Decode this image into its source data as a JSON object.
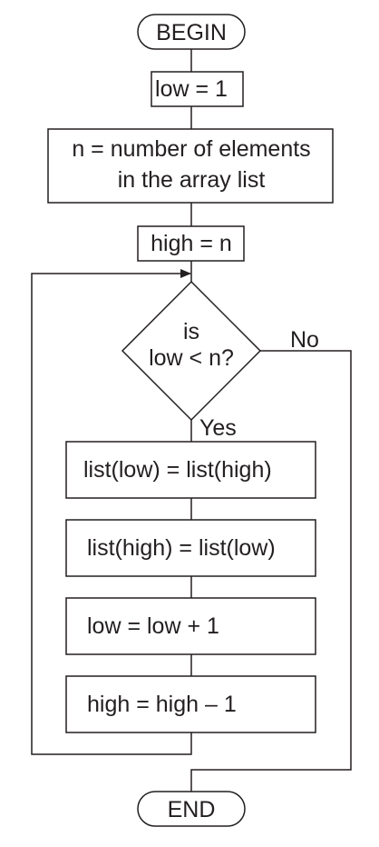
{
  "flowchart": {
    "begin": "BEGIN",
    "init_low": "low = 1",
    "init_n_line1": "n = number of elements",
    "init_n_line2": "in the array list",
    "init_high": "high = n",
    "decision_line1": "is",
    "decision_line2": "low < n?",
    "yes_label": "Yes",
    "no_label": "No",
    "step_1": "list(low) = list(high)",
    "step_2": "list(high) = list(low)",
    "step_3": "low = low + 1",
    "step_4": "high = high – 1",
    "end": "END"
  },
  "colors": {
    "ink": "#231f20",
    "background": "#ffffff"
  }
}
